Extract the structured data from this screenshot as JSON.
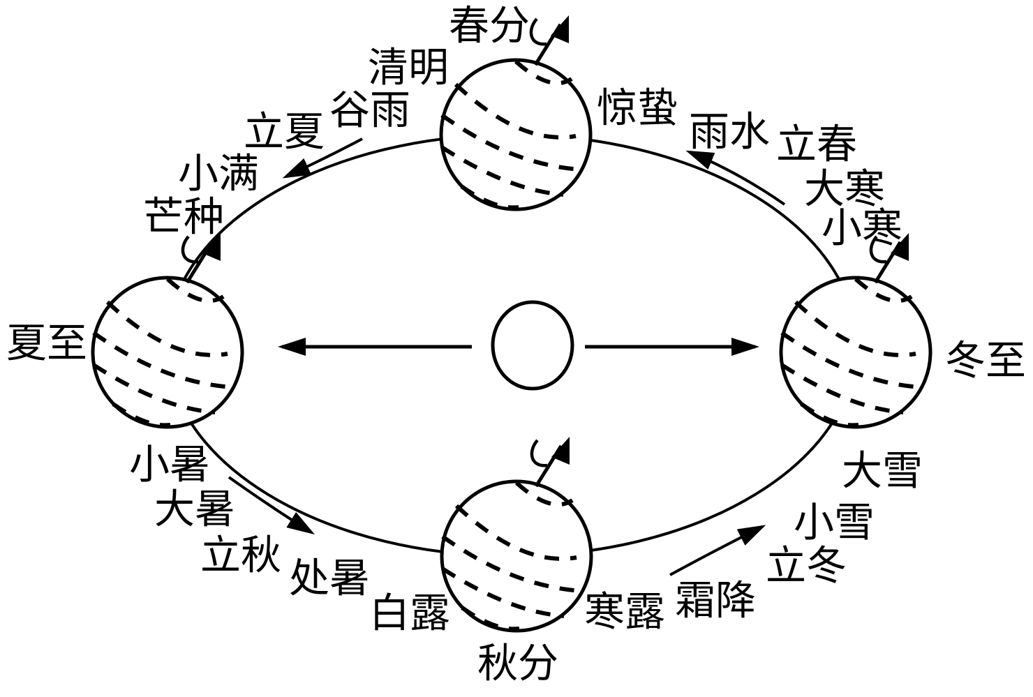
{
  "colors": {
    "ink": "#000000",
    "background": "#ffffff"
  },
  "solar_terms": {
    "chunfen": "春分",
    "qingming": "清明",
    "guyu": "谷雨",
    "lixia": "立夏",
    "xiaoman": "小满",
    "mangzhong": "芒种",
    "xiazhi": "夏至",
    "xiaoshu": "小暑",
    "dashu": "大暑",
    "liqiu": "立秋",
    "chushu": "处暑",
    "bailu": "白露",
    "qiufen": "秋分",
    "hanlu": "寒露",
    "shuangjiang": "霜降",
    "lidong": "立冬",
    "xiaoxue": "小雪",
    "daxue": "大雪",
    "dongzhi": "冬至",
    "xiaohan": "小寒",
    "dahan": "大寒",
    "lichun": "立春",
    "yushui": "雨水",
    "jingzhe": "惊蛰"
  }
}
